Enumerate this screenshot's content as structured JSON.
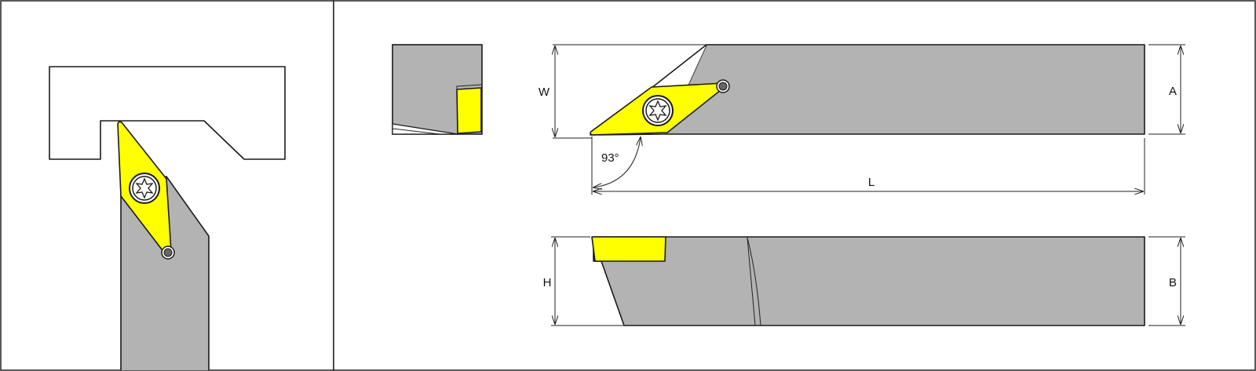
{
  "colors": {
    "body": "#b3b3b3",
    "insert": "#ffff00",
    "outline": "#1a1a1a",
    "background": "#ffffff"
  },
  "labels": {
    "w": "W",
    "a": "A",
    "angle": "93°",
    "l": "L",
    "h": "H",
    "b": "B"
  },
  "icons": {
    "screw": "torx-screw-icon",
    "pin": "clamp-pin-icon"
  }
}
